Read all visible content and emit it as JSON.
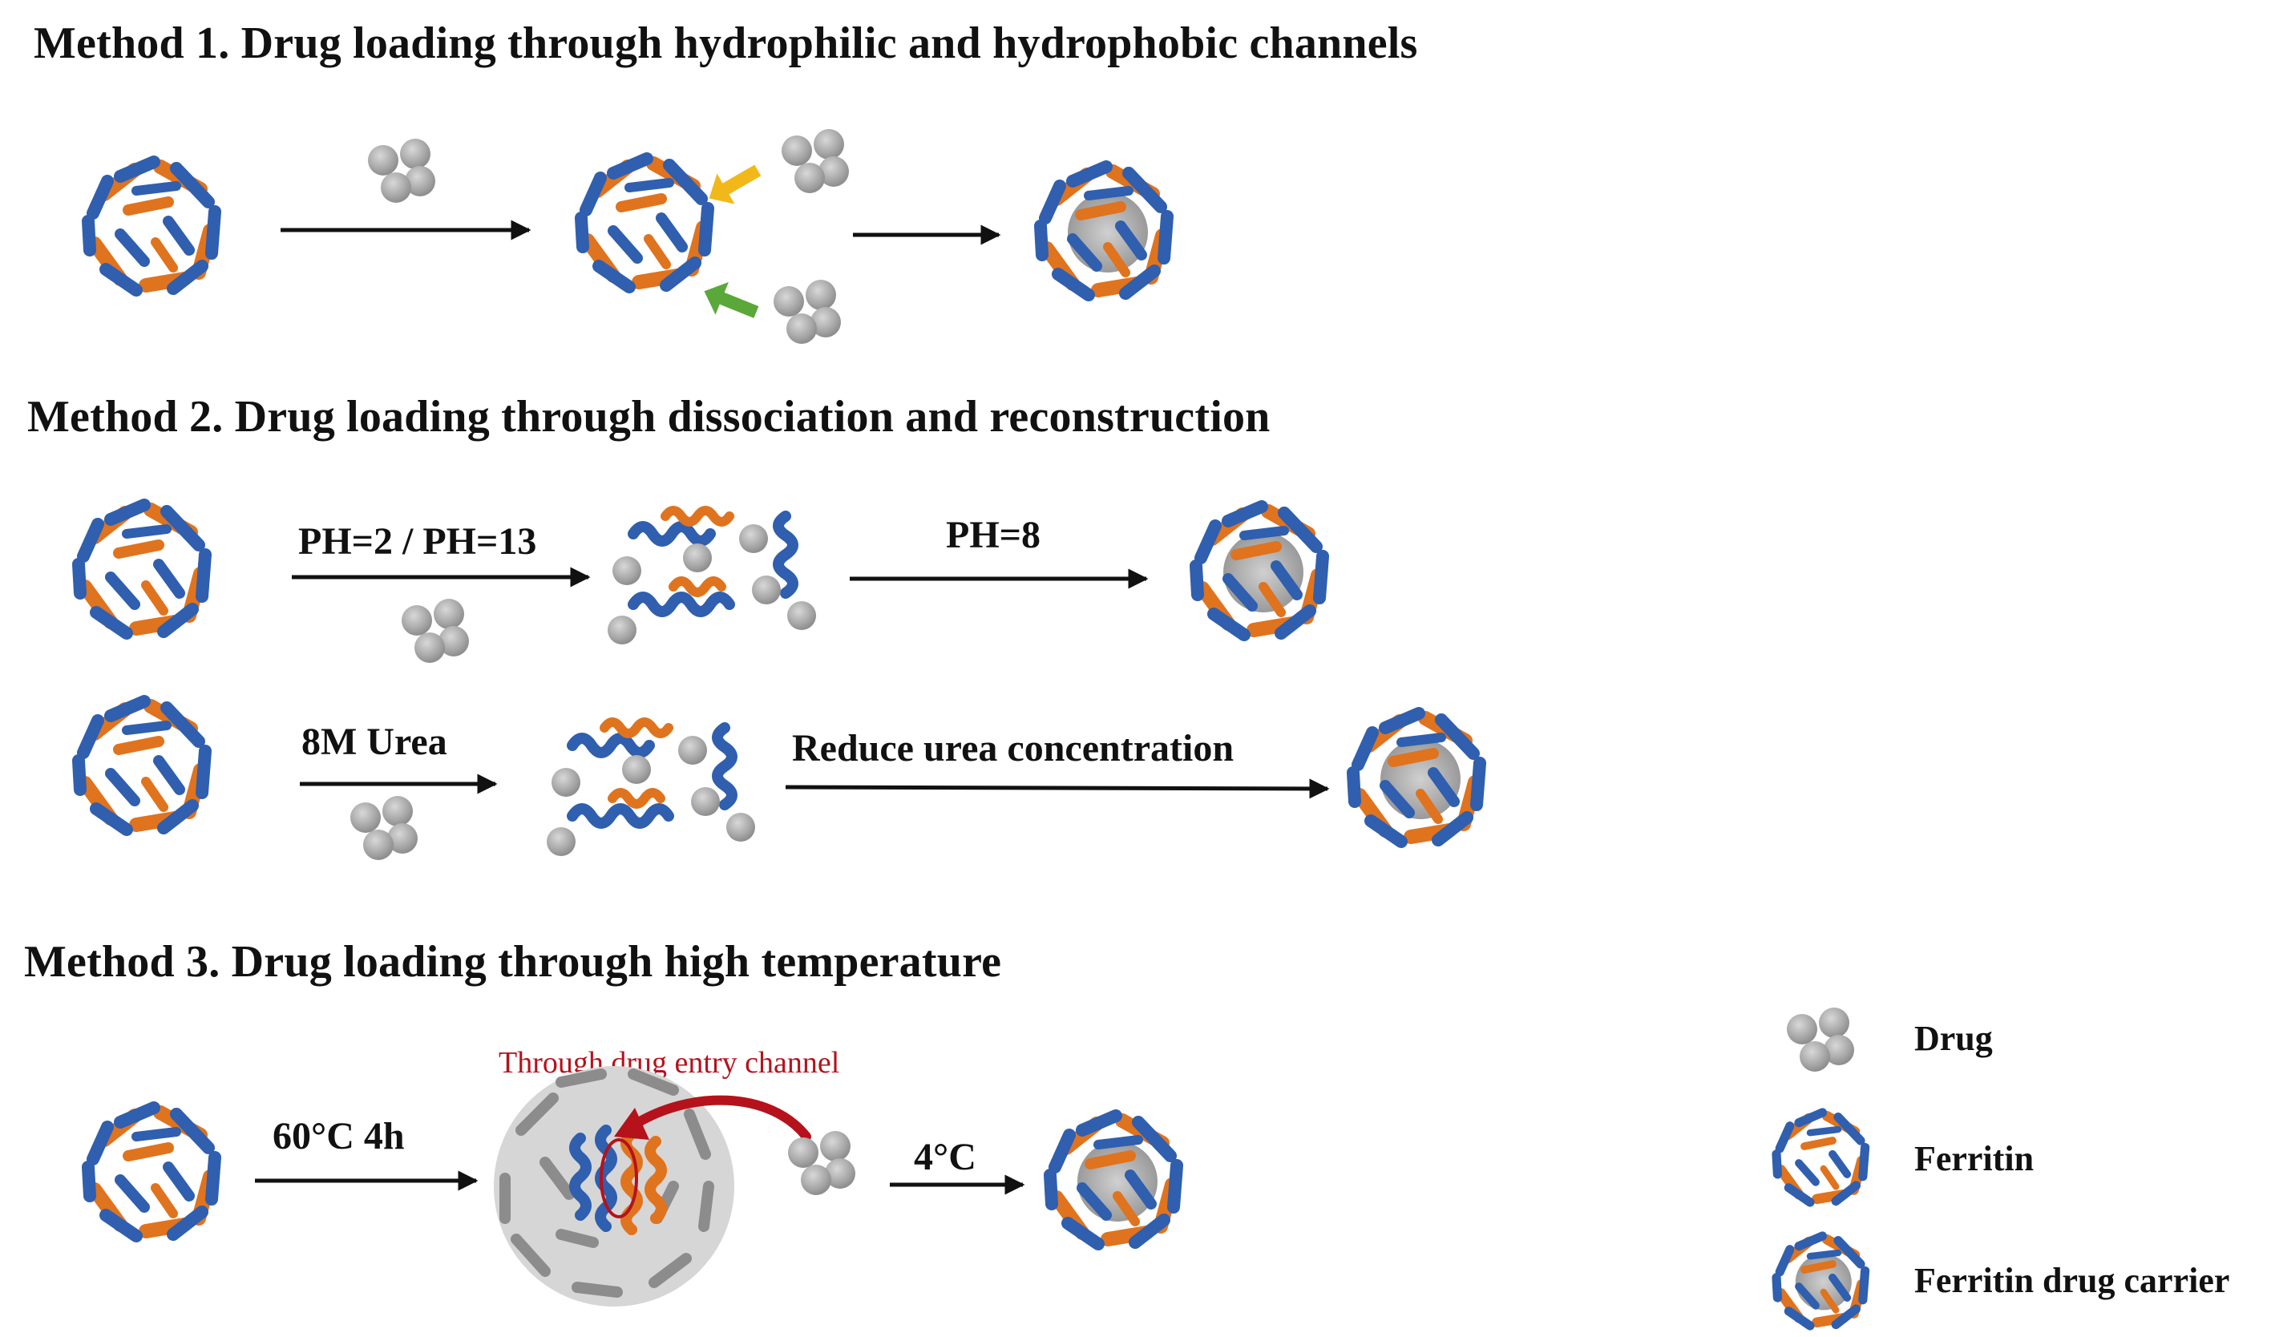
{
  "headings": {
    "method1": "Method 1. Drug loading through hydrophilic and hydrophobic channels",
    "method2": "Method 2. Drug loading through dissociation and reconstruction",
    "method3": "Method 3. Drug loading through high temperature"
  },
  "labels": {
    "ph_low_high": "PH=2 / PH=13",
    "ph8": "PH=8",
    "urea": "8M Urea",
    "reduce_urea": "Reduce urea concentration",
    "heat": "60°C  4h",
    "cool": "4°C",
    "entry_channel": "Through drug entry channel"
  },
  "legend": {
    "drug": "Drug",
    "ferritin": "Ferritin",
    "carrier": "Ferritin drug carrier"
  },
  "colors": {
    "helix_blue": "#2f5fae",
    "helix_orange": "#e0731e",
    "drug_gray": "#a9a9a9",
    "arrow_yellow": "#f2b81a",
    "arrow_green": "#5aa83a",
    "entry_red": "#b5121b",
    "protein_gray": "#8c8c8c"
  }
}
